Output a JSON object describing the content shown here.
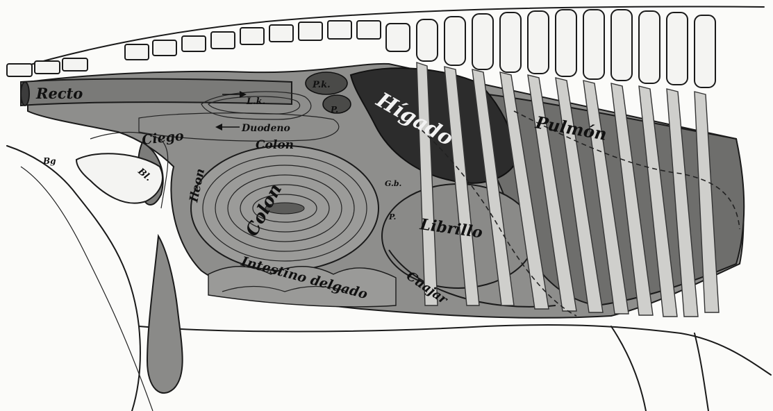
{
  "labels": {
    "recto": "Recto",
    "pk": "P.k.",
    "lk": "L.k.",
    "p_small": "P.",
    "duodeno": "Duodeno",
    "ciego": "Ciego",
    "colon_top": "Colon",
    "higado": "Hígado",
    "pulmon": "Pulmón",
    "bl": "Bl.",
    "bg": "Bg",
    "ileon": "Ileon",
    "colon_coil": "Colon",
    "gb": "G.b.",
    "p_lower": "P.",
    "librillo": "Librillo",
    "intestino": "Intestino delgado",
    "cuajar": "Cuajar"
  },
  "colors": {
    "organ_fill": "#8e8e8c",
    "liver_fill": "#2c2c2c",
    "lung_fill": "#6e6e6c",
    "bone_fill": "#f4f4f2",
    "line": "#1a1a1a"
  },
  "icons": [
    "arrow-right-icon",
    "arrow-left-icon"
  ]
}
